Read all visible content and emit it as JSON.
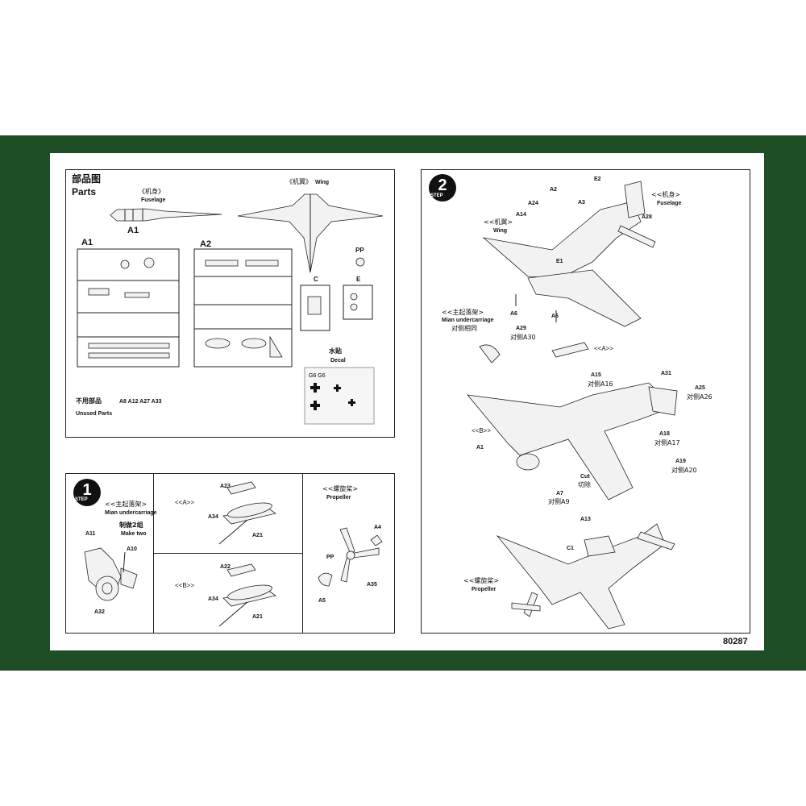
{
  "parts_panel": {
    "title_cn": "部品图",
    "title_en": "Parts",
    "fuselage_cn": "《机身》",
    "fuselage_en": "Fuselage",
    "fuselage_code": "A1",
    "wing_cn": "《机翼》",
    "wing_en": "Wing",
    "sprue_a1": "A1",
    "sprue_a2": "A2",
    "pp": "PP",
    "c": "C",
    "e": "E",
    "decal_cn": "水贴",
    "decal_en": "Decal",
    "unused_cn": "不用部品",
    "unused_codes": "A8 A12 A27 A33",
    "unused_en": "Unused Parts"
  },
  "step1": {
    "number": "1",
    "step_label": "STEP",
    "title_cn": "<<主起落架>",
    "title_en": "Mian undercarriage",
    "make_cn": "制做2组",
    "make_en": "Make two",
    "labels": {
      "a11": "A11",
      "a10": "A10",
      "a32": "A32"
    }
  },
  "sub_a": {
    "title": "<<A>>",
    "a23": "A23",
    "a34": "A34",
    "a21": "A21"
  },
  "sub_b": {
    "title": "<<B>>",
    "a22": "A22",
    "a34": "A34",
    "a21": "A21"
  },
  "propeller": {
    "title_cn": "<<螺旋桨>",
    "title_en": "Propeller",
    "a4": "A4",
    "pp": "PP",
    "a5": "A5",
    "a35": "A35"
  },
  "step2": {
    "number": "2",
    "step_label": "STEP",
    "labels": {
      "a2": "A2",
      "e2": "E2",
      "a24": "A24",
      "a3": "A3",
      "a14": "A14",
      "fuselage_cn": "<<机身>",
      "fuselage_en": "Fuselage",
      "a28": "A28",
      "wing_cn": "<<机翼>",
      "wing_en": "Wing",
      "e1": "E1",
      "a6a": "A6",
      "a6b": "A6",
      "uc_cn": "<<主起落架>",
      "uc_en": "Mian undercarriage",
      "uc_opp": "对侧相同",
      "a29": "A29",
      "a30": "对侧A30",
      "sub_a": "<<A>>",
      "a15": "A15",
      "a16": "对侧A16",
      "a31": "A31",
      "a25": "A25",
      "a26": "对侧A26",
      "sub_b": "<<B>>",
      "a1": "A1",
      "a18": "A18",
      "a17": "对侧A17",
      "a19": "A19",
      "a20": "对侧A20",
      "cut_en": "Cut",
      "cut_cn": "切除",
      "a7": "A7",
      "a9": "对侧A9",
      "a13": "A13",
      "c1": "C1",
      "prop_cn": "<<螺旋桨>",
      "prop_en": "Propeller"
    }
  },
  "page_code": "80287"
}
